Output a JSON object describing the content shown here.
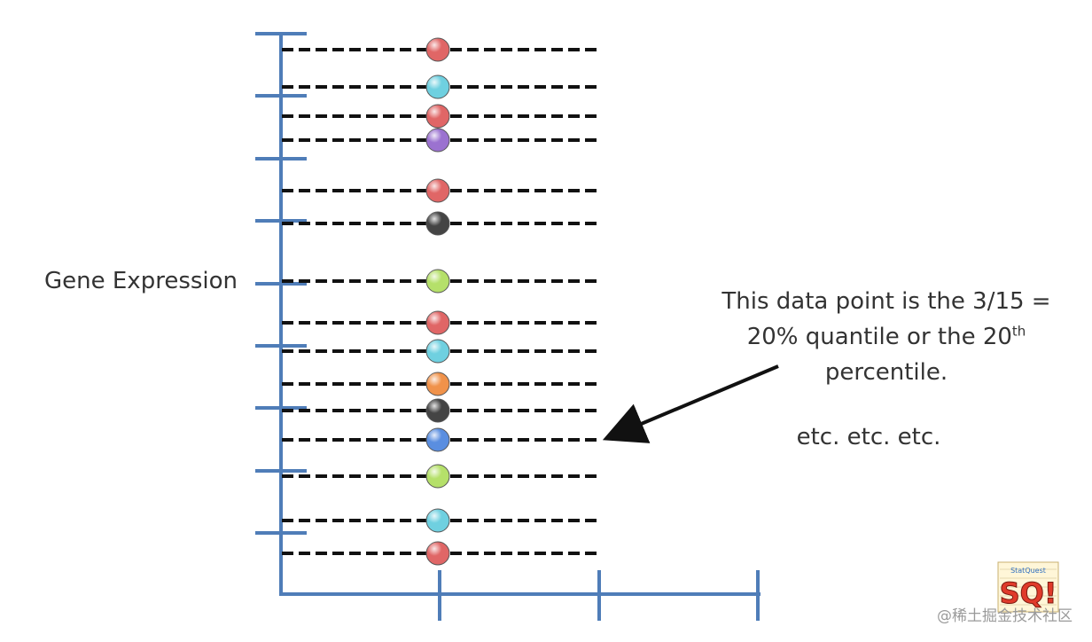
{
  "diagram": {
    "ylabel": "Gene Expression",
    "annotation": {
      "line1": "This data point is the 3/15 =",
      "line2a": "20% quantile or the 20",
      "line2sup": "th",
      "line3": "percentile."
    },
    "etc": "etc. etc. etc.",
    "colors": {
      "axis": "#4f7db8",
      "dash": "#111111",
      "arrow": "#111111"
    },
    "points": [
      {
        "color": "#e06666",
        "name": "red"
      },
      {
        "color": "#6fd0e0",
        "name": "cyan"
      },
      {
        "color": "#e06666",
        "name": "red"
      },
      {
        "color": "#9b72d0",
        "name": "purple"
      },
      {
        "color": "#e06666",
        "name": "red"
      },
      {
        "color": "#444444",
        "name": "black"
      },
      {
        "color": "#b5e06a",
        "name": "green"
      },
      {
        "color": "#e06666",
        "name": "red"
      },
      {
        "color": "#6fd0e0",
        "name": "cyan"
      },
      {
        "color": "#f0924a",
        "name": "orange"
      },
      {
        "color": "#444444",
        "name": "black"
      },
      {
        "color": "#5a8ee0",
        "name": "blue"
      },
      {
        "color": "#b5e06a",
        "name": "green"
      },
      {
        "color": "#6fd0e0",
        "name": "cyan"
      },
      {
        "color": "#e06666",
        "name": "red"
      }
    ]
  },
  "logo": {
    "text": "SQ!",
    "subtext": "StatQuest"
  },
  "watermark": "@稀土掘金技术社区"
}
